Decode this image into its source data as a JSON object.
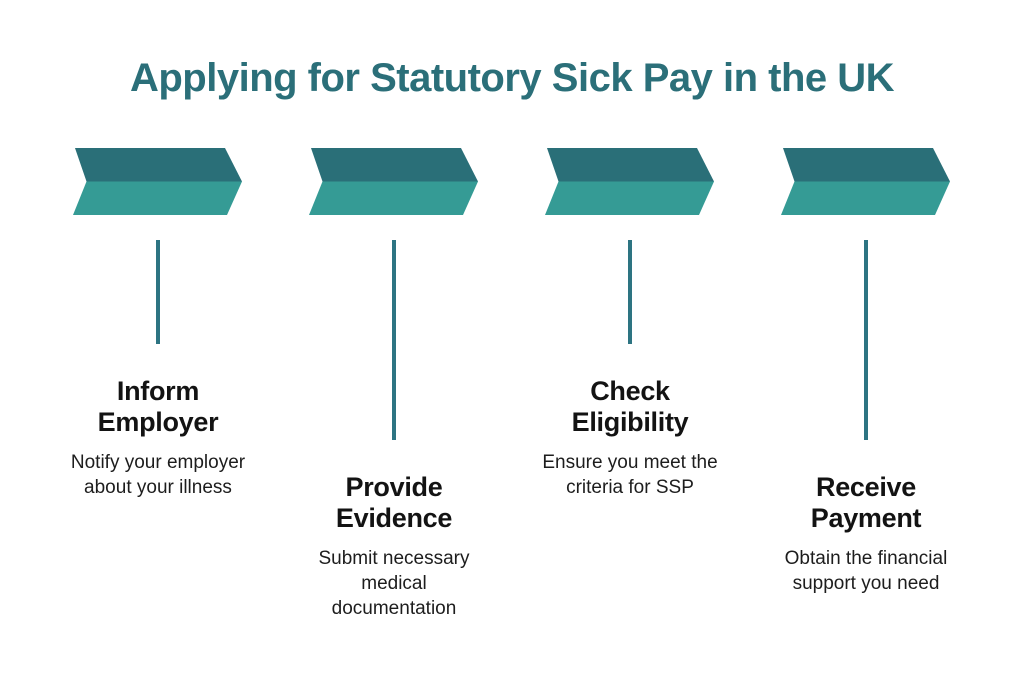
{
  "title": "Applying for Statutory Sick Pay in the UK",
  "colors": {
    "title": "#2b6f79",
    "arrow_top": "#2a6f78",
    "arrow_bottom": "#359b95",
    "connector": "#2d7482",
    "heading": "#131313",
    "body": "#1d1d1d",
    "background": "#ffffff"
  },
  "steps": [
    {
      "heading": "Inform\nEmployer",
      "description": "Notify your employer\nabout your illness"
    },
    {
      "heading": "Provide\nEvidence",
      "description": "Submit necessary\nmedical\ndocumentation"
    },
    {
      "heading": "Check\nEligibility",
      "description": "Ensure you meet the\ncriteria for SSP"
    },
    {
      "heading": "Receive\nPayment",
      "description": "Obtain the financial\nsupport you need"
    }
  ]
}
